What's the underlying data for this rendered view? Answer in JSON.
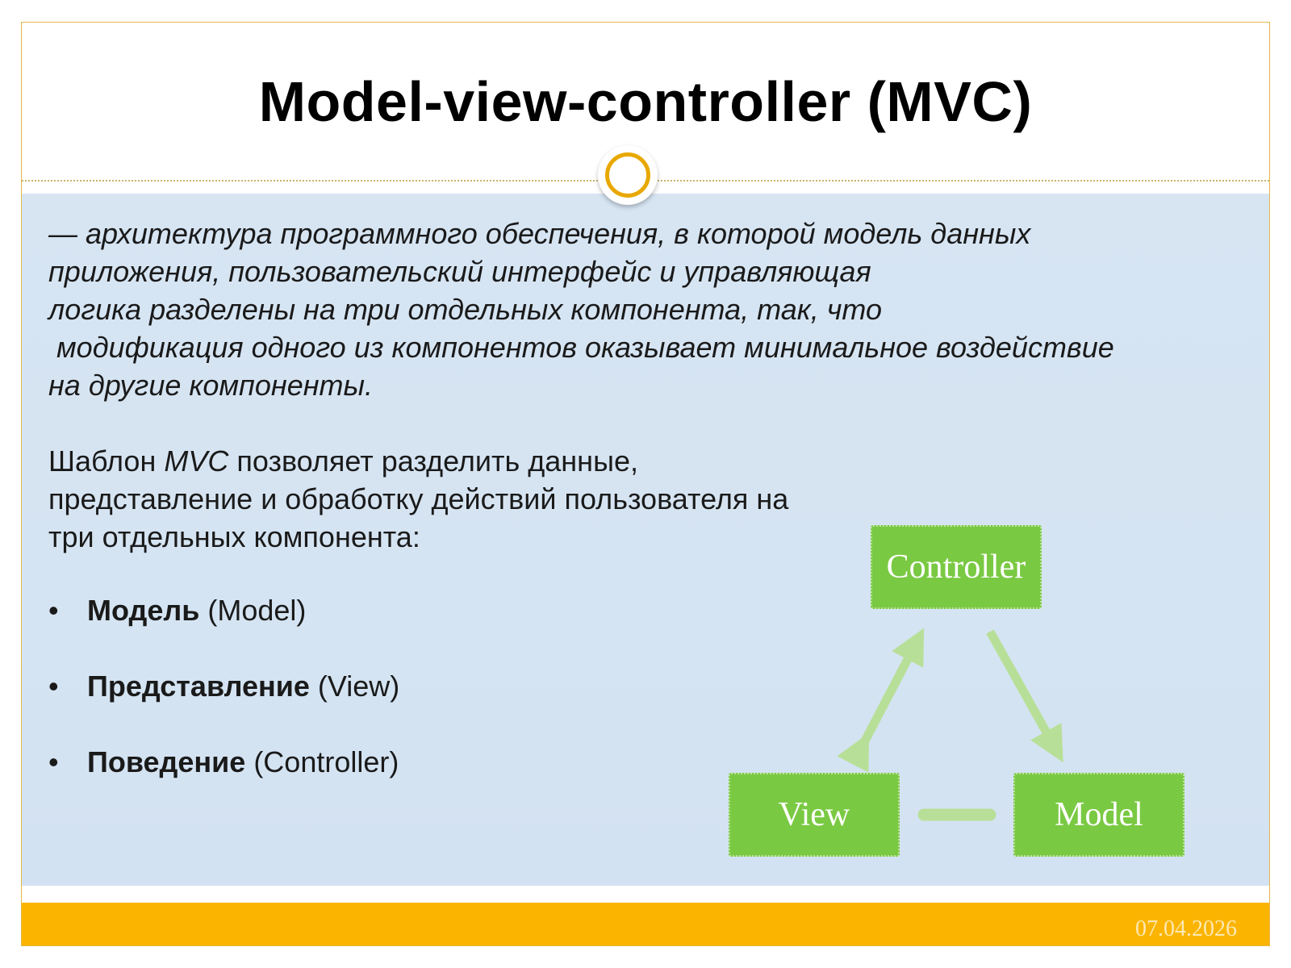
{
  "title": "Model-view-controller (MVC)",
  "definition_lines": [
    "— архитектура программного обеспечения, в которой модель данных",
    "приложения, пользовательский интерфейс и управляющая",
    "логика разделены на три отдельных компонента, так, что",
    " модификация одного из компонентов оказывает минимальное воздействие",
    "на другие компоненты."
  ],
  "intro": {
    "line1_before": "Шаблон ",
    "line1_italic": "MVC",
    "line1_after": " позволяет разделить данные,",
    "line2": "представление и обработку действий пользователя на",
    "line3": "три отдельных компонента:"
  },
  "bullets": [
    {
      "bold": "Модель",
      "normal": " (Model)"
    },
    {
      "bold": "Представление",
      "normal": " (View)"
    },
    {
      "bold": "Поведение",
      "normal": " (Controller)"
    }
  ],
  "bullet_symbol": "•",
  "diagram": {
    "controller": "Controller",
    "view": "View",
    "model": "Model",
    "box_color": "#7ac943",
    "arrow_color": "#b8df98"
  },
  "footer": {
    "date": "07.04.2026",
    "bar_color": "#fbb400"
  },
  "colors": {
    "accent_ring": "#e8a800",
    "content_background": "#d6e4f3"
  }
}
